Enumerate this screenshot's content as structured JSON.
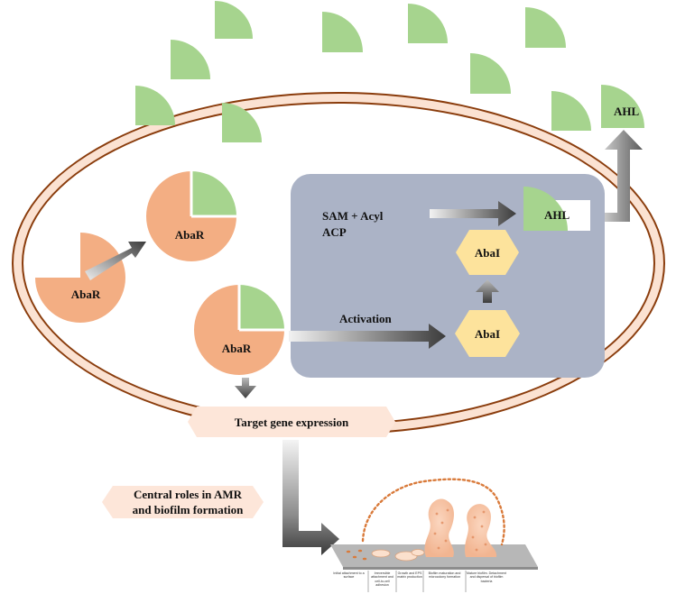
{
  "colors": {
    "wedge_green": "#a6d48e",
    "abar_orange": "#f3ae83",
    "membrane_outer": "#8a3c0c",
    "membrane_fill": "#fbe2d2",
    "synthase_box": "#abb3c6",
    "abai_yellow": "#fde39c",
    "banner_fill": "#fde6d9",
    "arrow_dark": "#4a4a4a",
    "biofilm_cell": "#d97a3a",
    "surface_gray": "#b7b7b7"
  },
  "icons": {
    "ahl_molecule": "quarter-wedge-icon",
    "abar_receptor": "pie-with-missing-slice-icon",
    "abai_synthase": "hexagon-icon",
    "biofilm": "biofilm-stages-icon"
  },
  "labels": {
    "abar_free": "AbaR",
    "abar_bound_top": "AbaR",
    "abar_bound_center": "AbaR",
    "substrate_line1": "SAM + Acyl",
    "substrate_line2": "ACP",
    "ahl_inside": "AHL",
    "ahl_outside": "AHL",
    "abai_upper": "AbaI",
    "abai_lower": "AbaI",
    "activation": "Activation",
    "target_gene": "Target gene expression",
    "central_line1": "Central roles in AMR",
    "central_line2": "and biofilm  formation"
  },
  "biofilm_stages": [
    "Initial attachment to a surface",
    "Irreversible attachment and cell-to-cell adhesion",
    "Growth and EPS matrix production",
    "Biofilm maturation and microcolony formation",
    "Mature biofilm. Detachment and dispersal of biofilm bacteria"
  ]
}
